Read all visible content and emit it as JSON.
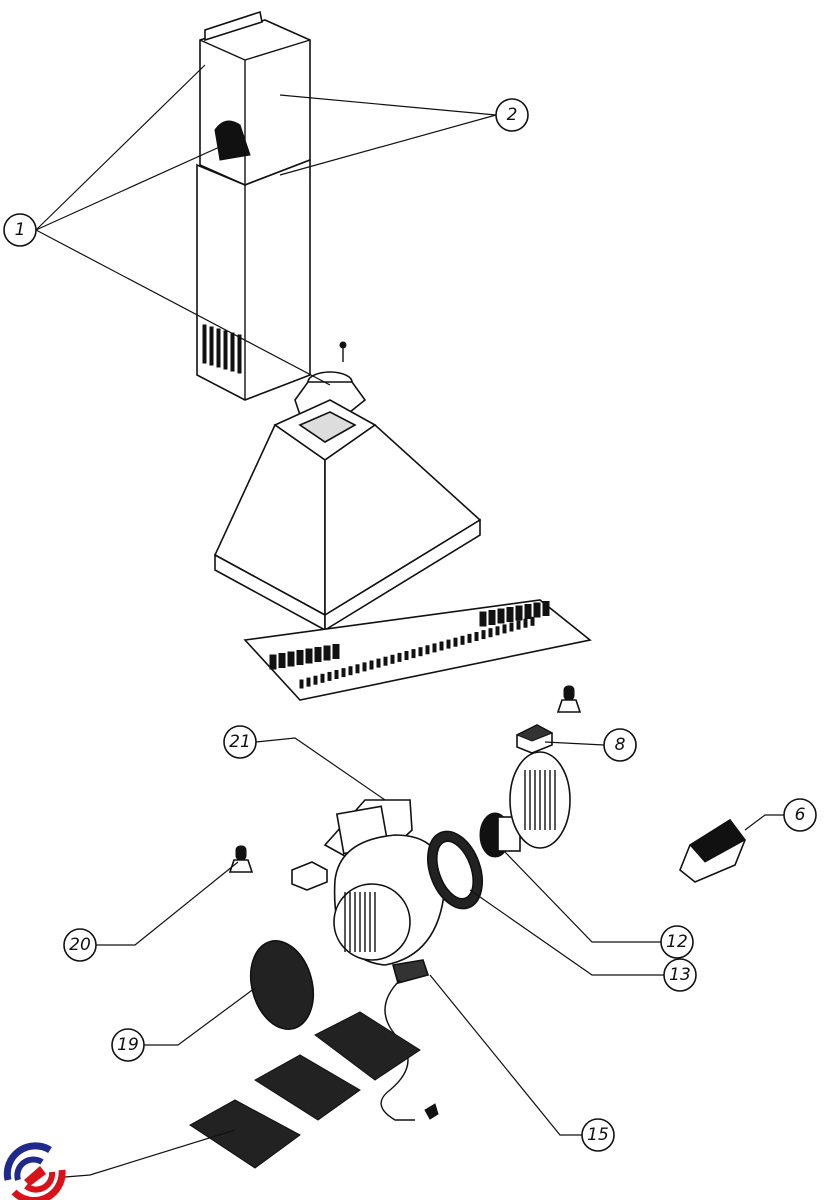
{
  "diagram": {
    "type": "exploded-parts-diagram",
    "callouts": {
      "c1": "1",
      "c2": "2",
      "c21": "21",
      "c8": "8",
      "c6": "6",
      "c20": "20",
      "c12": "12",
      "c13": "13",
      "c19": "19",
      "c15": "15"
    },
    "logo_colors": {
      "primary": "#1f2a8c",
      "secondary": "#d8121b"
    }
  }
}
